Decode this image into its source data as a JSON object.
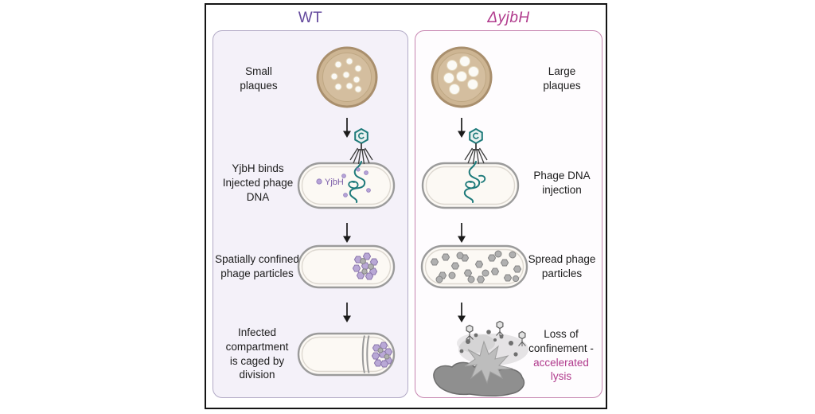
{
  "header": {
    "wt_title": "WT",
    "mutant_title": "ΔyjbH"
  },
  "wt_panel": {
    "steps": [
      {
        "label": "Small\nplaques"
      },
      {
        "label": "YjbH binds\nInjected phage\nDNA",
        "yjbh_tag": "YjbH"
      },
      {
        "label": "Spatially confined\nphage particles"
      },
      {
        "label": "Infected\ncompartment\nis caged by\ndivision"
      }
    ]
  },
  "mutant_panel": {
    "steps": [
      {
        "label": "Large\nplaques"
      },
      {
        "label": "Phage DNA\ninjection"
      },
      {
        "label": "Spread phage\nparticles"
      },
      {
        "label": "Loss of\nconfinement -",
        "label_accent": "accelerated\nlysis"
      }
    ]
  },
  "colors": {
    "wt_title": "#63489c",
    "mutant_title": "#b03a8c",
    "accent_text": "#b03a8c",
    "wt_panel_bg": "#f4f1f9",
    "wt_panel_border": "#b2aac6",
    "mutant_panel_border": "#c786b1",
    "plaque_agar": "#cdb593",
    "phage_dna_teal": "#1d7a7a",
    "yjbh_particle_purple": "#b9a8d6",
    "spread_particle_gray": "#b0b0b0",
    "lysed_cell_gray": "#8f8f8f"
  }
}
